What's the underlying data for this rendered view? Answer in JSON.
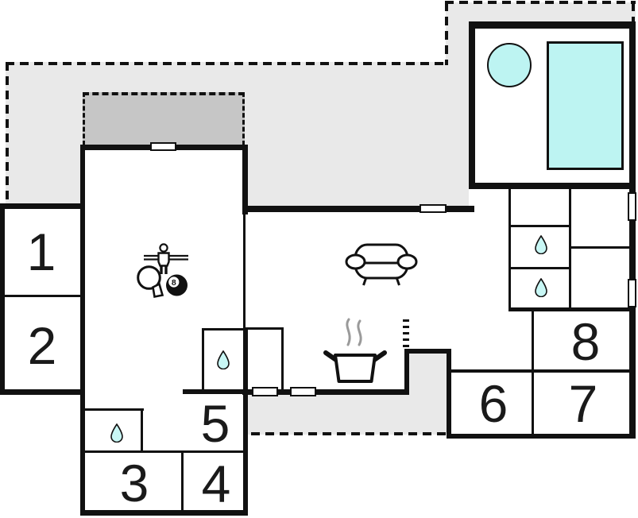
{
  "plan": {
    "rooms": [
      {
        "id": "room-1",
        "number": "1"
      },
      {
        "id": "room-2",
        "number": "2"
      },
      {
        "id": "room-3",
        "number": "3"
      },
      {
        "id": "room-4",
        "number": "4"
      },
      {
        "id": "room-5",
        "number": "5"
      },
      {
        "id": "room-6",
        "number": "6"
      },
      {
        "id": "room-7",
        "number": "7"
      },
      {
        "id": "room-8",
        "number": "8"
      }
    ],
    "eight_ball_label": "8",
    "colors": {
      "wall": "#111111",
      "terrace_fill": "#e9e9e9",
      "covered_terrace_fill": "#c6c6c6",
      "water_fill": "#bdf4f2",
      "steam": "#9a9a9a"
    },
    "icons": {
      "water_drop_count": 4,
      "features": [
        "hot-tub",
        "swimming-pool",
        "sofa",
        "cooking-pot",
        "table-tennis-paddle",
        "foosball-player",
        "eight-ball"
      ]
    }
  }
}
